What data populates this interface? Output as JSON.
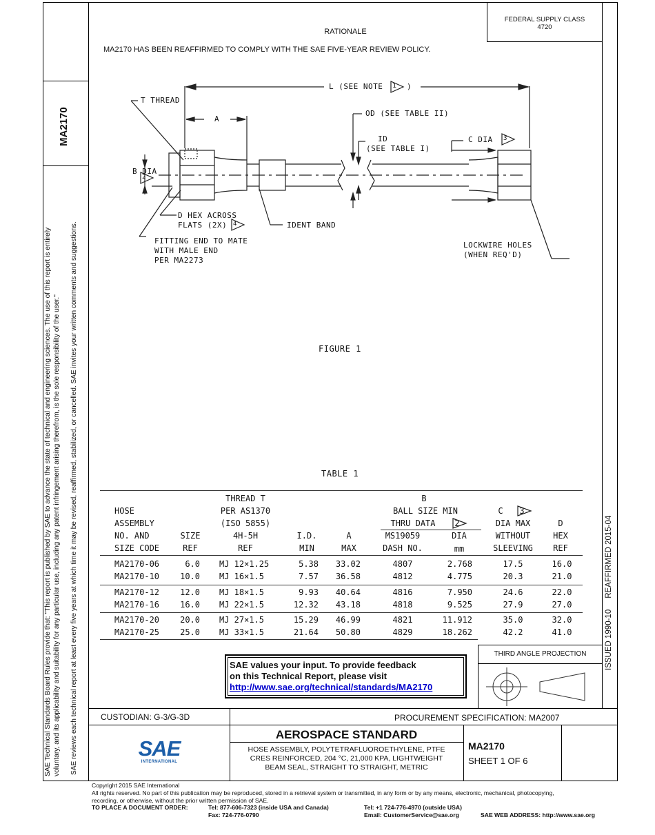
{
  "federal_supply": {
    "label": "FEDERAL SUPPLY CLASS",
    "value": "4720"
  },
  "rationale": {
    "heading": "RATIONALE",
    "text": "MA2170 HAS BEEN REAFFIRMED TO COMPLY WITH THE SAE FIVE-YEAR REVIEW POLICY."
  },
  "side": {
    "doc_id": "MA2170",
    "rules_line1": "SAE Technical Standards Board Rules provide that: \"This report is published by SAE to advance the state of technical and engineering sciences. The use of this report is entirely",
    "rules_line2": "voluntary, and its applicability and suitability for any particular use, including any patent infringement arising therefrom, is the sole responsibility of the user.\"",
    "rules_line3": "SAE reviews each technical report at least every five years at which time it may be revised, reaffirmed, stabilized, or cancelled. SAE invites your written comments and suggestions."
  },
  "issued": "ISSUED 1990-10     REAFFIRMED 2015-04",
  "drawing": {
    "l_note": "L (SEE NOTE",
    "l_note_num": "1",
    "t_thread": "T THREAD",
    "a": "A",
    "od": "OD (SEE TABLE II)",
    "id1": "ID",
    "id2": "(SEE TABLE I)",
    "c_dia": "C DIA",
    "c_dia_num": "3",
    "b_dia": "B DIA",
    "b_dia_num": "2",
    "d_hex1": "D HEX ACROSS",
    "d_hex2": "FLATS (2X)",
    "d_hex_num": "4",
    "ident": "IDENT BAND",
    "fitting1": "FITTING END TO MATE",
    "fitting2": "WITH MALE END",
    "fitting3": "PER MA2273",
    "lockwire1": "LOCKWIRE HOLES",
    "lockwire2": "(WHEN REQ'D)",
    "figure": "FIGURE 1"
  },
  "table": {
    "title": "TABLE 1",
    "headers": {
      "hose": [
        "HOSE",
        "ASSEMBLY",
        "NO. AND",
        "SIZE CODE"
      ],
      "size": [
        "SIZE",
        "REF"
      ],
      "thread": [
        "THREAD T",
        "PER AS1370",
        "(ISO 5855)",
        "4H-5H",
        "REF"
      ],
      "id": [
        "I.D.",
        "MIN"
      ],
      "a": [
        "A",
        "MAX"
      ],
      "b": [
        "B",
        "BALL SIZE MIN",
        "THRU DATA"
      ],
      "b_num": "2",
      "ms": [
        "MS19059",
        "DASH NO."
      ],
      "dia": [
        "DIA",
        "mm"
      ],
      "c": [
        "C",
        "DIA MAX",
        "WITHOUT",
        "SLEEVING"
      ],
      "c_num": "3",
      "d": [
        "D",
        "HEX",
        "REF"
      ]
    },
    "rows": [
      [
        "MA2170-06",
        "6.0",
        "MJ 12×1.25",
        "5.38",
        "33.02",
        "4807",
        "2.768",
        "17.5",
        "16.0"
      ],
      [
        "MA2170-10",
        "10.0",
        "MJ 16×1.5",
        "7.57",
        "36.58",
        "4812",
        "4.775",
        "20.3",
        "21.0"
      ],
      [
        "MA2170-12",
        "12.0",
        "MJ 18×1.5",
        "9.93",
        "40.64",
        "4816",
        "7.950",
        "24.6",
        "22.0"
      ],
      [
        "MA2170-16",
        "16.0",
        "MJ 22×1.5",
        "12.32",
        "43.18",
        "4818",
        "9.525",
        "27.9",
        "27.0"
      ],
      [
        "MA2170-20",
        "20.0",
        "MJ 27×1.5",
        "15.29",
        "46.99",
        "4821",
        "11.912",
        "35.0",
        "32.0"
      ],
      [
        "MA2170-25",
        "25.0",
        "MJ 33×1.5",
        "21.64",
        "50.80",
        "4829",
        "18.262",
        "42.2",
        "41.0"
      ]
    ]
  },
  "third_angle": "THIRD ANGLE PROJECTION",
  "feedback": {
    "line1": "SAE values your input. To provide feedback",
    "line2": "on this Technical Report, please visit",
    "link": "http://www.sae.org/technical/standards/MA2170"
  },
  "custodian": "CUSTODIAN: G-3/G-3D",
  "procurement": "PROCUREMENT SPECIFICATION: MA2007",
  "logo": {
    "letters": "SAE",
    "sub": "INTERNATIONAL"
  },
  "title_block": {
    "heading": "AEROSPACE STANDARD",
    "desc1": "HOSE ASSEMBLY, POLYTETRAFLUOROETHYLENE, PTFE",
    "desc2": "CRES REINFORCED, 204 °C, 21,000 KPA, LIGHTWEIGHT",
    "desc3": "BEAM SEAL, STRAIGHT TO STRAIGHT, METRIC",
    "doc": "MA2170",
    "sheet": "SHEET 1 OF 6"
  },
  "footer": {
    "copyright": "Copyright 2015 SAE International",
    "rights1": "All rights reserved. No part of this publication may be reproduced, stored in a retrieval system or transmitted, in any form or by any means, electronic, mechanical, photocopying,",
    "rights2": "recording, or otherwise, without the prior written permission of SAE.",
    "order_label": "TO PLACE A DOCUMENT ORDER:",
    "tel_us": "Tel: 877-606-7323 (inside USA and Canada)",
    "fax": "Fax: 724-776-0790",
    "tel_out": "Tel: +1 724-776-4970 (outside USA)",
    "email": "Email: CustomerService@sae.org",
    "web": "SAE WEB ADDRESS: http://www.sae.org"
  }
}
